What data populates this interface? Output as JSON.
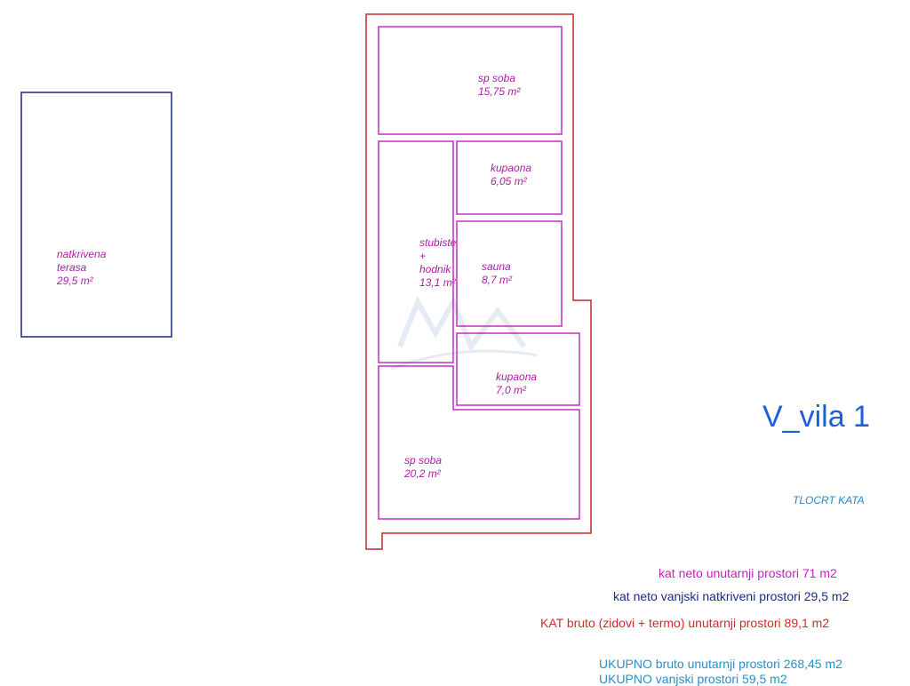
{
  "colors": {
    "wall": "#c0282d",
    "room": "#c42fc4",
    "terrace": "#1c2778",
    "room_text": "#b21aa8",
    "title": "#1f5fd6"
  },
  "rooms": {
    "sp_soba_top": {
      "name": "sp soba",
      "area": "15,75 m²"
    },
    "kupaona_top": {
      "name": "kupaona",
      "area": "6,05 m²"
    },
    "stubiste": {
      "line1": "stubiste",
      "line2": "+",
      "line3": "hodnik",
      "area": "13,1 m²"
    },
    "sauna": {
      "name": "sauna",
      "area": "8,7 m²"
    },
    "kupaona_bottom": {
      "name": "kupaona",
      "area": "7,0 m²"
    },
    "sp_soba_bottom": {
      "name": "sp soba",
      "area": "20,2 m²"
    }
  },
  "terrace": {
    "line1": "natkrivena",
    "line2": "terasa",
    "area": "29,5 m²"
  },
  "title": "V_vila 1",
  "subtitle": "TLOCRT KATA",
  "summary": {
    "neto_unutarnji": "kat neto unutarnji prostori  71 m2",
    "neto_vanjski": "kat neto vanjski natkriveni prostori 29,5 m2",
    "bruto_unutarnji": "KAT bruto (zidovi + termo) unutarnji prostori 89,1 m2",
    "ukupno_bruto": "UKUPNO bruto unutarnji prostori  268,45 m2",
    "ukupno_vanjski": "UKUPNO vanjski prostori 59,5 m2"
  }
}
